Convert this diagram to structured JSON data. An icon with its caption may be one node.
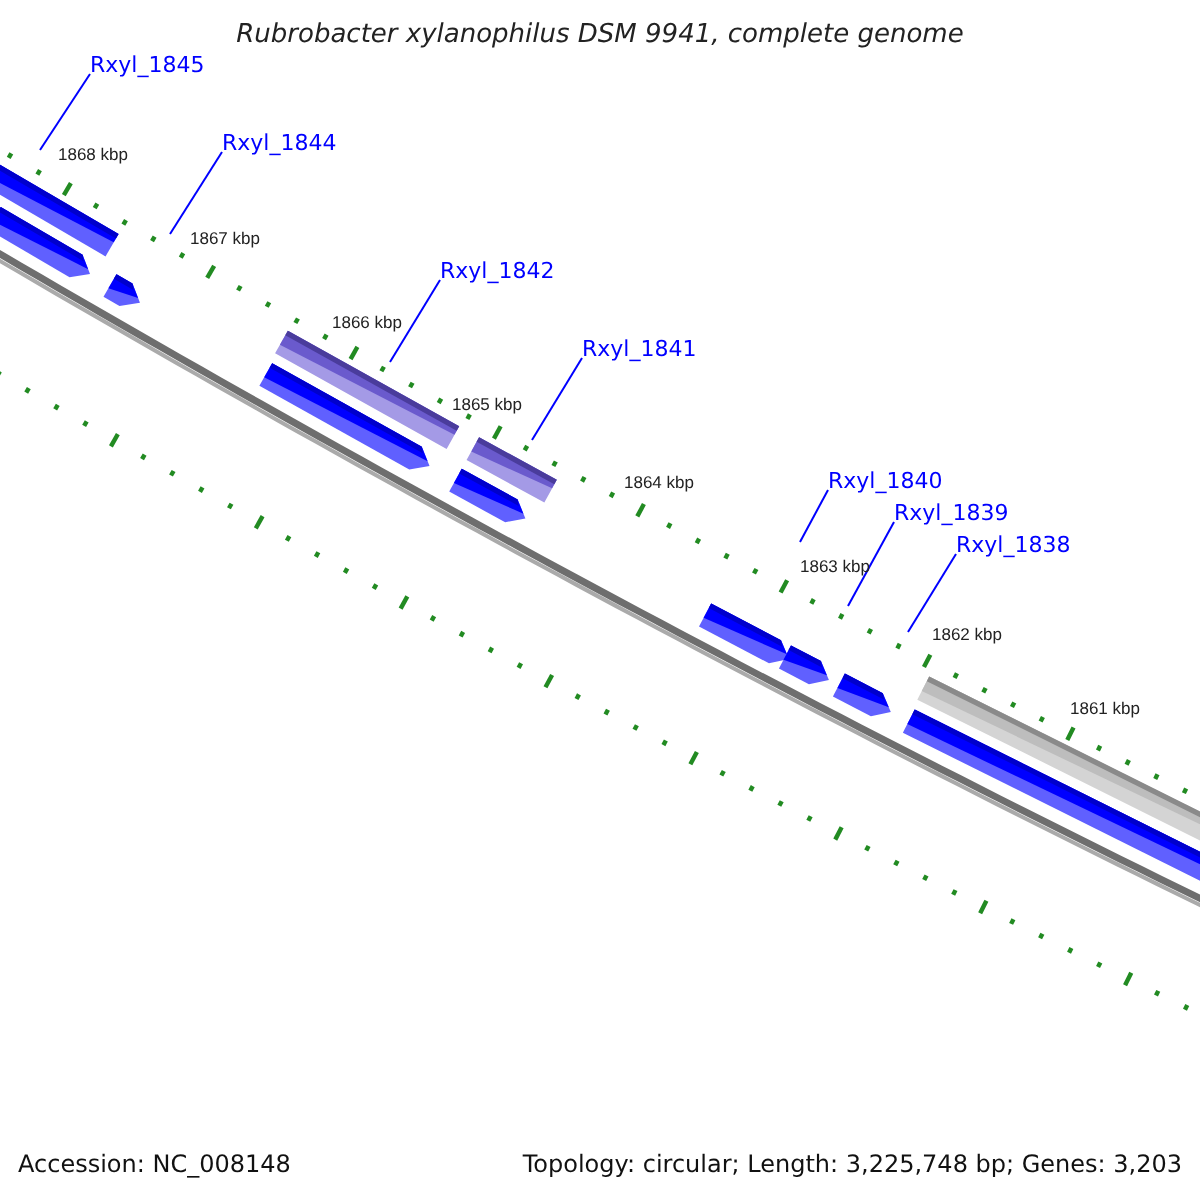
{
  "diagram": {
    "title": "Rubrobacter xylanophilus DSM 9941, complete genome",
    "nodes": [
      {
        "text": [
          "Rxyl_1845"
        ]
      },
      {
        "text": [
          "Rxyl_1844"
        ]
      },
      {
        "text": [
          "Rxyl_1842"
        ]
      },
      {
        "text": [
          "Rxyl_1841"
        ]
      },
      {
        "text": [
          "Rxyl_1840"
        ]
      },
      {
        "text": [
          "Rxyl_1839"
        ]
      },
      {
        "text": [
          "Rxyl_1838"
        ]
      }
    ],
    "edges": [
      {
        "from": 0,
        "to": null,
        "arrow": "none"
      },
      {
        "from": 1,
        "to": null,
        "arrow": "none"
      },
      {
        "from": 2,
        "to": null,
        "arrow": "none"
      },
      {
        "from": 3,
        "to": null,
        "arrow": "none"
      },
      {
        "from": 4,
        "to": null,
        "arrow": "none"
      },
      {
        "from": 5,
        "to": null,
        "arrow": "none"
      },
      {
        "from": 6,
        "to": null,
        "arrow": "none"
      }
    ],
    "labels": [
      "1868 kbp",
      "1867 kbp",
      "1866 kbp",
      "1865 kbp",
      "1864 kbp",
      "1863 kbp",
      "1862 kbp",
      "1861 kbp",
      "Accession: NC_008148",
      "Topology: circular; Length: 3,225,748 bp; Genes: 3,203"
    ]
  }
}
